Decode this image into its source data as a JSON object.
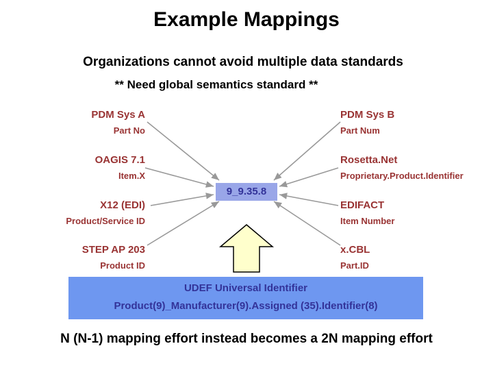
{
  "slide": {
    "title": "Example Mappings",
    "subtitle1": "Organizations cannot avoid multiple data standards",
    "subtitle2": "** Need global semantics standard **",
    "footer": "N (N-1) mapping effort instead becomes a 2N mapping effort"
  },
  "diagram": {
    "center_box": "9_9.35.8",
    "left_nodes": [
      {
        "name": "PDM Sys A",
        "detail": "Part No"
      },
      {
        "name": "OAGIS 7.1",
        "detail": "Item.X"
      },
      {
        "name": "X12 (EDI)",
        "detail": "Product/Service ID"
      },
      {
        "name": "STEP AP 203",
        "detail": "Product ID"
      }
    ],
    "right_nodes": [
      {
        "name": "PDM Sys B",
        "detail": "Part Num"
      },
      {
        "name": "Rosetta.Net",
        "detail": "Proprietary.Product.Identifier"
      },
      {
        "name": "EDIFACT",
        "detail": "Item Number"
      },
      {
        "name": "x.CBL",
        "detail": "Part.ID"
      }
    ],
    "banner": {
      "line1": "UDEF Universal Identifier",
      "line2": "Product(9)_Manufacturer(9).Assigned (35).Identifier(8)"
    }
  },
  "colors": {
    "node_label": "#993333",
    "center_box_bg": "#99A6E8",
    "center_box_text": "#333399",
    "banner_bg": "#6E97F0",
    "banner_text": "#333399",
    "arrow_gray": "#999999",
    "up_arrow_fill": "#FFFFCC",
    "up_arrow_stroke": "#000000"
  }
}
